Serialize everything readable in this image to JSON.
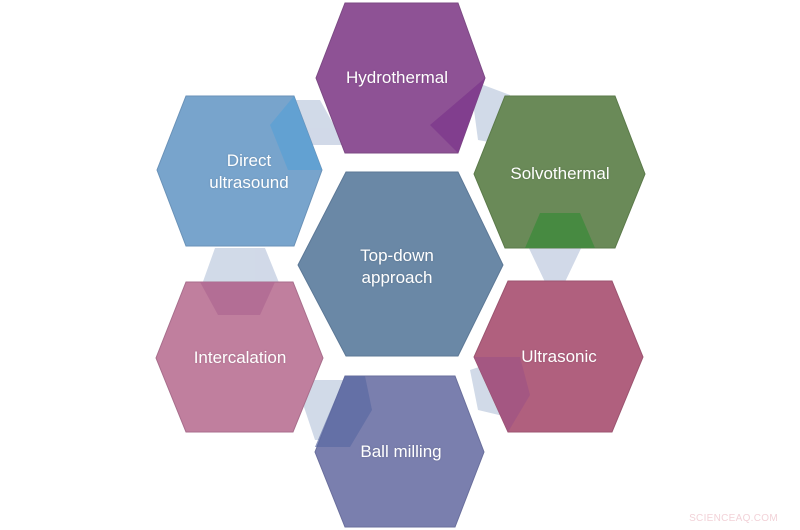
{
  "diagram": {
    "center": {
      "label": "Top-down\napproach",
      "color": "#6a88a6"
    },
    "nodes": [
      {
        "id": "hydrothermal",
        "label": "Hydrothermal",
        "color": "#8e5295",
        "accent": "#7e3a8c"
      },
      {
        "id": "solvothermal",
        "label": "Solvothermal",
        "color": "#6a8a58",
        "accent": "#3f8a3c"
      },
      {
        "id": "ultrasonic",
        "label": "Ultrasonic",
        "color": "#b0607e",
        "accent": "#a05484"
      },
      {
        "id": "ball-milling",
        "label": "Ball milling",
        "color": "#7a7fae",
        "accent": "#5b6aa3"
      },
      {
        "id": "intercalation",
        "label": "Intercalation",
        "color": "#c07f9e",
        "accent": "#b06b93"
      },
      {
        "id": "direct-ultrasound",
        "label": "Direct\nultrasound",
        "color": "#78a4cc",
        "accent": "#5ba0d4"
      }
    ],
    "connector_color": "#c9d3e4"
  },
  "watermark": "SCIENCEAQ.COM"
}
